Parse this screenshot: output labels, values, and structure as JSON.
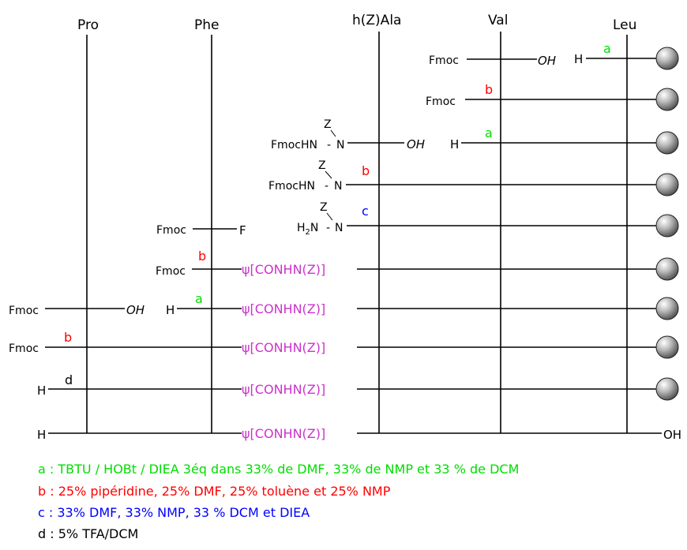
{
  "colors": {
    "line": "#000000",
    "step_a": "#00dd00",
    "step_b": "#ff0000",
    "step_c": "#0000ff",
    "step_d": "#000000",
    "psi": "#cc33cc"
  },
  "residues": [
    "Pro",
    "Phe",
    "h(Z)Ala",
    "Val",
    "Leu"
  ],
  "labels": {
    "fmoc": "Fmoc",
    "oh": "OH",
    "h": "H",
    "f": "F",
    "z": "Z",
    "n": "N",
    "hn": "HN",
    "h2n": "H2N",
    "fmochn": "FmocHN",
    "dash": "-",
    "psi_group": "ψ[CONHN(Z)]"
  },
  "steps": {
    "a": "a",
    "b": "b",
    "c": "c",
    "d": "d"
  },
  "legend": [
    {
      "key": "a",
      "text": "a : TBTU / HOBt / DIEA 3éq dans 33% de DMF, 33% de NMP et 33 % de DCM"
    },
    {
      "key": "b",
      "text": "b : 25% pipéridine, 25% DMF, 25% toluène et 25% NMP"
    },
    {
      "key": "c",
      "text": "c : 33% DMF, 33% NMP, 33 % DCM et  DIEA"
    },
    {
      "key": "d",
      "text": "d : 5% TFA/DCM"
    }
  ]
}
